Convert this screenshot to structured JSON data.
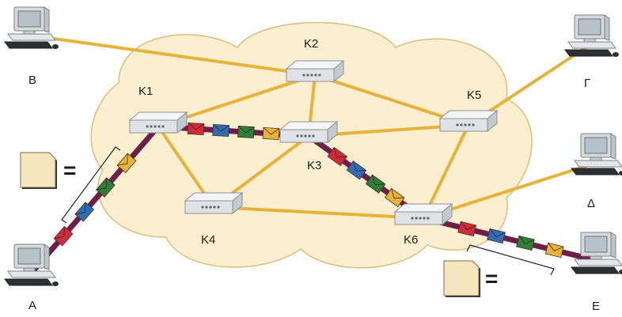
{
  "colors": {
    "cloud_fill": "#fbefcf",
    "cloud_stroke": "#d9bf7d",
    "link": "#e7b23a",
    "data_path": "#6e1f49",
    "node_body": "#dfe3e6",
    "envelope_colors": [
      "#e6b43a",
      "#2f7d3a",
      "#2f6db3",
      "#cf2b3a"
    ]
  },
  "routers": [
    "K1",
    "K2",
    "K3",
    "K4",
    "K5",
    "K6"
  ],
  "computers": [
    "Α",
    "Β",
    "Γ",
    "Δ",
    "Ε"
  ],
  "links": [
    [
      "Β",
      "K2"
    ],
    [
      "K1",
      "K2"
    ],
    [
      "K2",
      "K3"
    ],
    [
      "K2",
      "K5"
    ],
    [
      "K1",
      "K3"
    ],
    [
      "K1",
      "K4"
    ],
    [
      "K3",
      "K4"
    ],
    [
      "K3",
      "K5"
    ],
    [
      "K3",
      "K6"
    ],
    [
      "K4",
      "K6"
    ],
    [
      "K5",
      "K6"
    ],
    [
      "K5",
      "Γ"
    ],
    [
      "K6",
      "Δ"
    ],
    [
      "Α",
      "K1"
    ],
    [
      "K6",
      "Ε"
    ]
  ],
  "packet_route": [
    "Α",
    "K1",
    "K3",
    "K6",
    "Ε"
  ],
  "message_equals": [
    "=",
    "="
  ],
  "icons": [
    "router-icon",
    "computer-icon",
    "envelope-icon",
    "document-icon"
  ]
}
